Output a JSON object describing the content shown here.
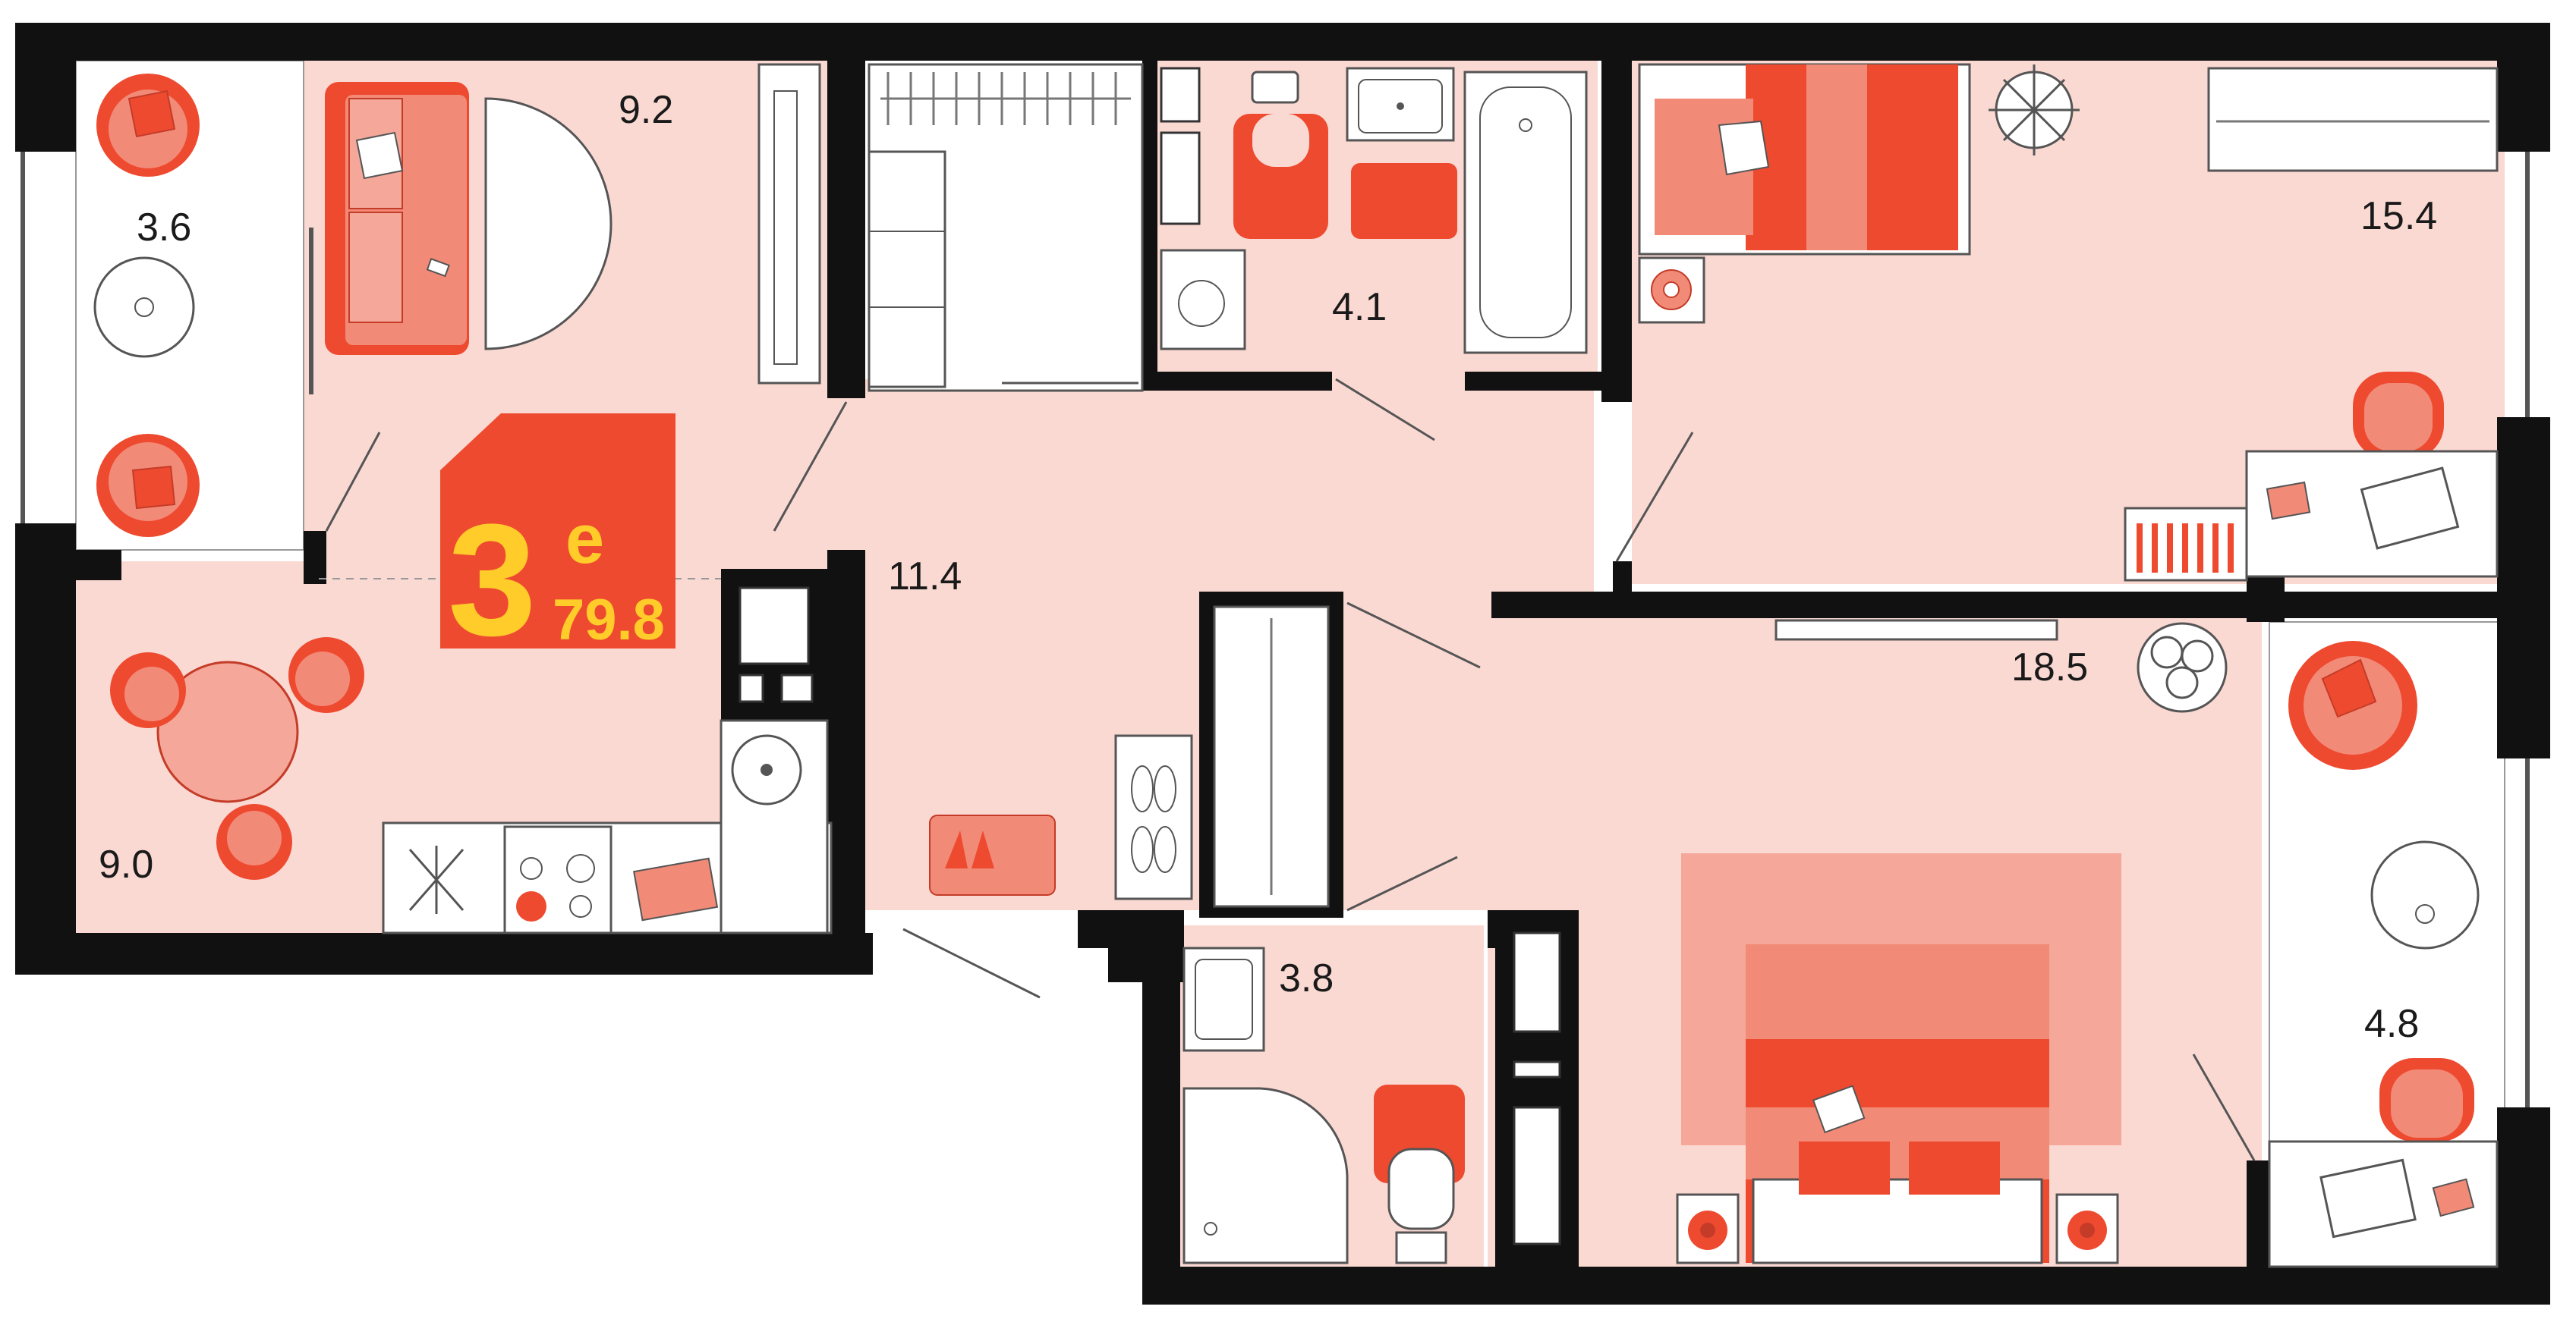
{
  "plan": {
    "badge": {
      "rooms": "3",
      "suffix": "е",
      "total_area": "79.8"
    },
    "rooms": [
      {
        "id": "balcony-left",
        "area": "3.6"
      },
      {
        "id": "living-room",
        "area": "9.2"
      },
      {
        "id": "bathroom-top",
        "area": "4.1"
      },
      {
        "id": "bedroom-top-right",
        "area": "15.4"
      },
      {
        "id": "hallway",
        "area": "11.4"
      },
      {
        "id": "kitchen",
        "area": "9.0"
      },
      {
        "id": "bedroom-main",
        "area": "18.5"
      },
      {
        "id": "bathroom-bottom",
        "area": "3.8"
      },
      {
        "id": "balcony-right",
        "area": "4.8"
      }
    ]
  },
  "colors": {
    "floor": "#fbd9d3",
    "wall": "#111111",
    "accent": "#ee4a30",
    "accent_light": "#f28a78",
    "badge_text": "#ffcc2a",
    "furniture_outline": "#555555"
  },
  "icons": [
    "armchair-icon",
    "sofa-icon",
    "round-rug-icon",
    "wardrobe-icon",
    "toilet-icon",
    "sink-icon",
    "bathtub-icon",
    "washing-machine-icon",
    "single-bed-icon",
    "plant-icon",
    "desk-icon",
    "laptop-icon",
    "bookshelf-icon",
    "dining-table-icon",
    "chair-icon",
    "stove-icon",
    "shoe-rack-icon",
    "doormat-icon",
    "shower-icon",
    "double-bed-icon",
    "nightstand-icon",
    "radiator-icon",
    "door-icon"
  ]
}
